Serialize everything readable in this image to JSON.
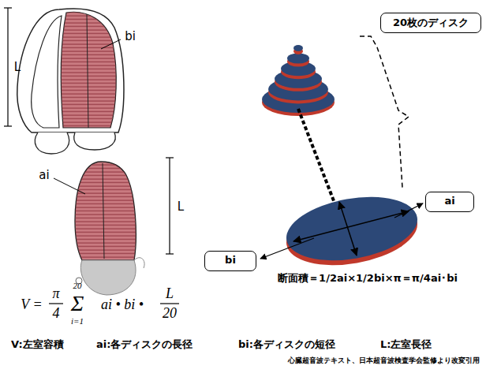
{
  "diagram": {
    "nodes": [
      {
        "text": [
          "20枚のディスク"
        ]
      },
      {
        "text": [
          "ai"
        ]
      },
      {
        "text": [
          "bi"
        ]
      }
    ],
    "labels": [
      "L",
      "bi",
      "ai",
      "L",
      "V =",
      "π",
      "4",
      "Σ",
      "20",
      "i=1",
      "ai • bi •",
      "L",
      "20",
      "断面積＝1/2ai×1/2bi×π＝π/4ai･bi",
      "V:左室容積",
      "ai:各ディスクの長径",
      "bi:各ディスクの短径",
      "L:左室長径",
      "心臓超音波テキスト、日本超音波検査学会監修より改変引用"
    ]
  }
}
